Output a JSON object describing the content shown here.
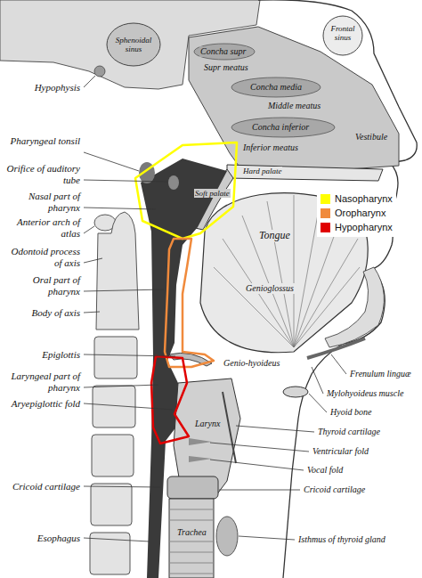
{
  "diagram": {
    "labels": [
      "Frontal sinus",
      "Sphenoidal sinus",
      "Hypophysis",
      "Concha supr",
      "Supr meatus",
      "Concha media",
      "Middle meatus",
      "Concha inferior",
      "Inferior meatus",
      "Vestibule",
      "Hard palate",
      "Soft palate",
      "Tongue",
      "Genioglossus",
      "Genio-hyoideus",
      "Pharyngeal tonsil",
      "Orifice of auditory tube",
      "Nasal part of pharynx",
      "Anterior arch of atlas",
      "Odontoid process of axis",
      "Oral part of pharynx",
      "Body of axis",
      "Epiglottis",
      "Laryngeal part of pharynx",
      "Aryepiglottic fold",
      "Cricoid cartilage",
      "Esophagus",
      "Frenulum linguæ",
      "Mylohyoideus muscle",
      "Hyoid bone",
      "Thyroid cartilage",
      "Ventricular fold",
      "Vocal fold",
      "Cricoid cartilage",
      "Isthmus of thyroid gland",
      "Larynx",
      "Trachea"
    ],
    "legend": [
      {
        "text": "Nasopharynx",
        "color": "#ffff00"
      },
      {
        "text": "Oropharynx",
        "color": "#f08a3c"
      },
      {
        "text": "Hypopharynx",
        "color": "#e00000"
      }
    ]
  }
}
